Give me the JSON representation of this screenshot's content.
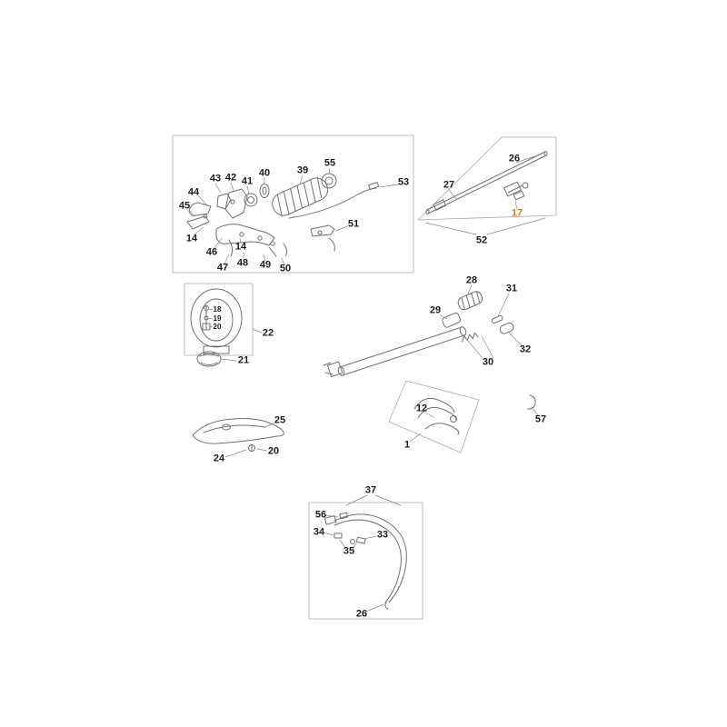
{
  "page": {
    "title": "Exploded parts diagram"
  },
  "colors": {
    "line": "#707070",
    "box": "#a8a8a8",
    "leader": "#8a8a8a",
    "label": "#1c1c1c",
    "highlight": "#e0771c"
  },
  "labels": [
    {
      "text": "43"
    },
    {
      "text": "42"
    },
    {
      "text": "41"
    },
    {
      "text": "40"
    },
    {
      "text": "39"
    },
    {
      "text": "55"
    },
    {
      "text": "44"
    },
    {
      "text": "45"
    },
    {
      "text": "14"
    },
    {
      "text": "46"
    },
    {
      "text": "14"
    },
    {
      "text": "47"
    },
    {
      "text": "48"
    },
    {
      "text": "49"
    },
    {
      "text": "50"
    },
    {
      "text": "51"
    },
    {
      "text": "53"
    },
    {
      "text": "27"
    },
    {
      "text": "26"
    },
    {
      "text": "17",
      "highlighted": true
    },
    {
      "text": "52"
    },
    {
      "text": "18"
    },
    {
      "text": "19"
    },
    {
      "text": "20"
    },
    {
      "text": "22"
    },
    {
      "text": "21"
    },
    {
      "text": "28"
    },
    {
      "text": "31"
    },
    {
      "text": "29"
    },
    {
      "text": "32"
    },
    {
      "text": "30"
    },
    {
      "text": "12"
    },
    {
      "text": "1"
    },
    {
      "text": "57"
    },
    {
      "text": "25"
    },
    {
      "text": "24"
    },
    {
      "text": "20"
    },
    {
      "text": "37"
    },
    {
      "text": "56"
    },
    {
      "text": "34"
    },
    {
      "text": "33"
    },
    {
      "text": "35"
    },
    {
      "text": "26"
    }
  ]
}
